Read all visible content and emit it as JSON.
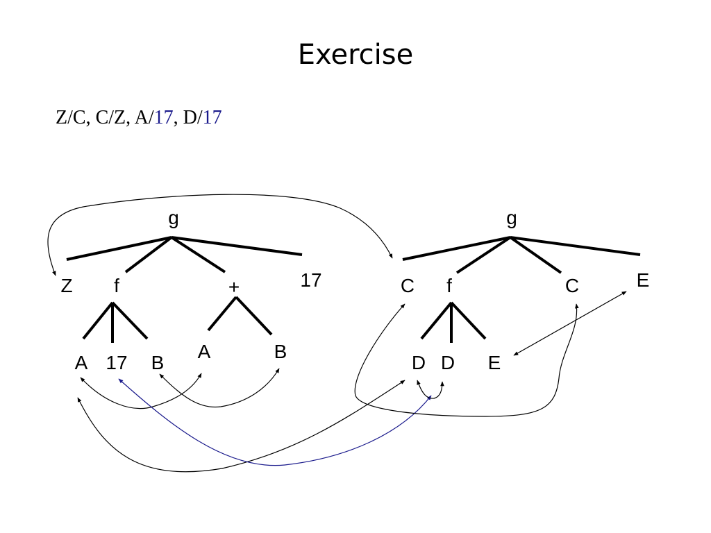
{
  "title": "Exercise",
  "substitution": {
    "items": [
      {
        "text": "Z/C",
        "sep": ", "
      },
      {
        "text": "C/Z",
        "sep": ", "
      },
      {
        "text": "A/",
        "num": "17",
        "sep": ", "
      },
      {
        "text": "D/",
        "num": "17",
        "sep": ""
      }
    ]
  },
  "tree_left": {
    "root": "g",
    "children": [
      "Z",
      "f",
      "+",
      "17"
    ],
    "f_children": [
      "A",
      "17",
      "B"
    ],
    "plus_children": [
      "A",
      "B"
    ]
  },
  "tree_right": {
    "root": "g",
    "children": [
      "C",
      "f",
      "C",
      "E"
    ],
    "f_children": [
      "D",
      "D",
      "E"
    ]
  },
  "colors": {
    "text": "#000000",
    "highlight": "#1a1a8c"
  }
}
